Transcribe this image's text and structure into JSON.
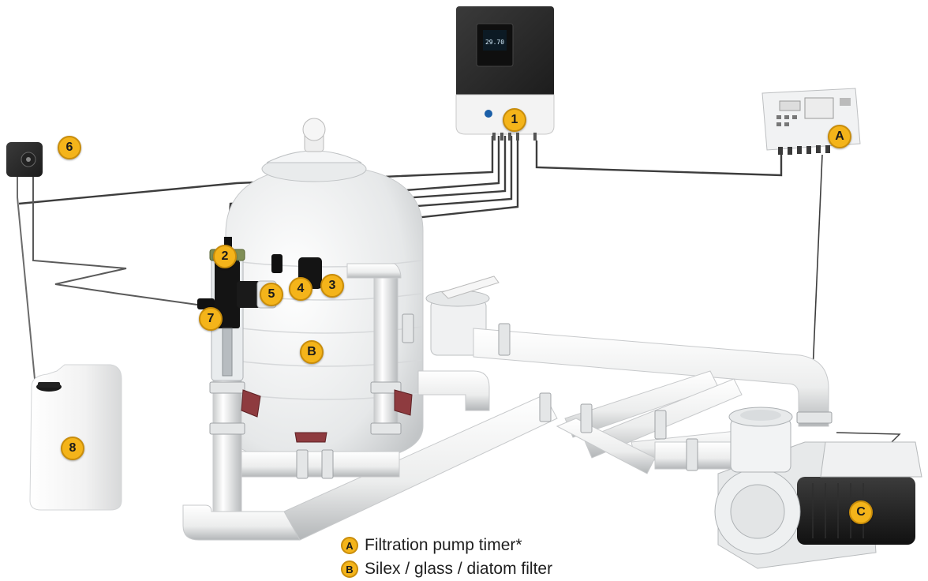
{
  "controller_display": "29.70",
  "labels": {
    "n1": "1",
    "n2": "2",
    "n3": "3",
    "n4": "4",
    "n5": "5",
    "n6": "6",
    "n7": "7",
    "n8": "8",
    "nA": "A",
    "nB": "B",
    "nC": "C"
  },
  "legend": [
    {
      "letter": "A",
      "text": "Filtration pump timer*"
    },
    {
      "letter": "B",
      "text": "Silex / glass / diatom filter"
    }
  ],
  "colors": {
    "badge": "#f4b41a",
    "pipe": "#f1f2f2",
    "cable": "#3d3d3d",
    "valve_handle": "#8e3b3f",
    "controller_body": "#2b2b2b"
  }
}
